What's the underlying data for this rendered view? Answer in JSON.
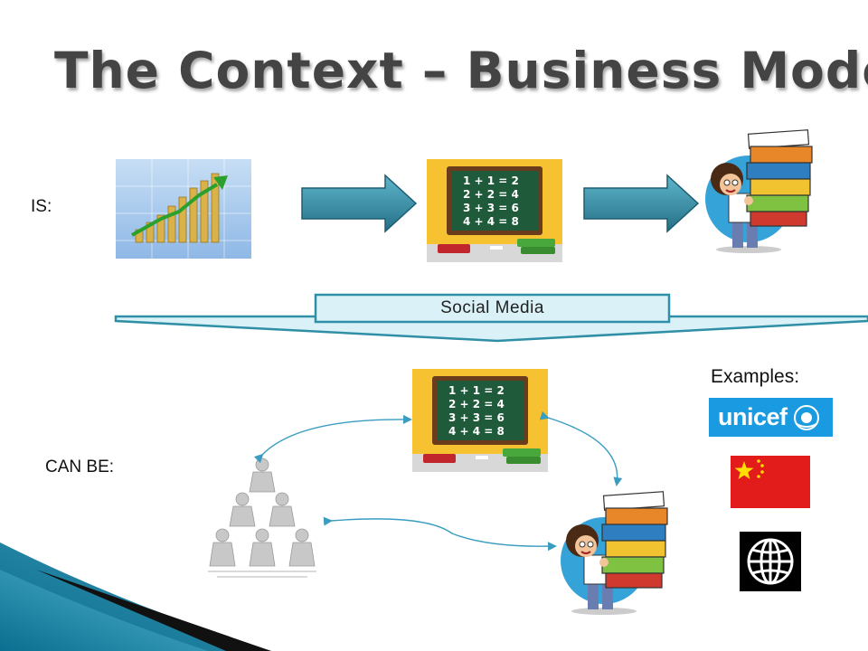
{
  "slide": {
    "title": "The Context – Business Model",
    "labels": {
      "is": "IS:",
      "can_be": "CAN BE:"
    },
    "banner": {
      "text": "Social Media"
    },
    "examples": {
      "title": "Examples:",
      "unicef_label": "unicef"
    },
    "chalkboard_lines": [
      "1 + 1 = 2",
      "2 + 2 = 4",
      "3 + 3 = 6",
      "4 + 4 = 8"
    ]
  },
  "colors": {
    "title": "#444444",
    "arrow": "#2f8fa6",
    "banner": "#d9f1f7",
    "unicef": "#1a9ae0",
    "china_red": "#e21b1b",
    "china_star": "#ffde00",
    "chalkboard": "#1f5a3a",
    "corner_teal": "#1b8fb0"
  },
  "icons": [
    "growth-chart-icon",
    "chalkboard-icon",
    "student-books-icon",
    "people-pyramid-icon",
    "unicef-logo",
    "china-flag-icon",
    "world-bank-logo-icon"
  ]
}
